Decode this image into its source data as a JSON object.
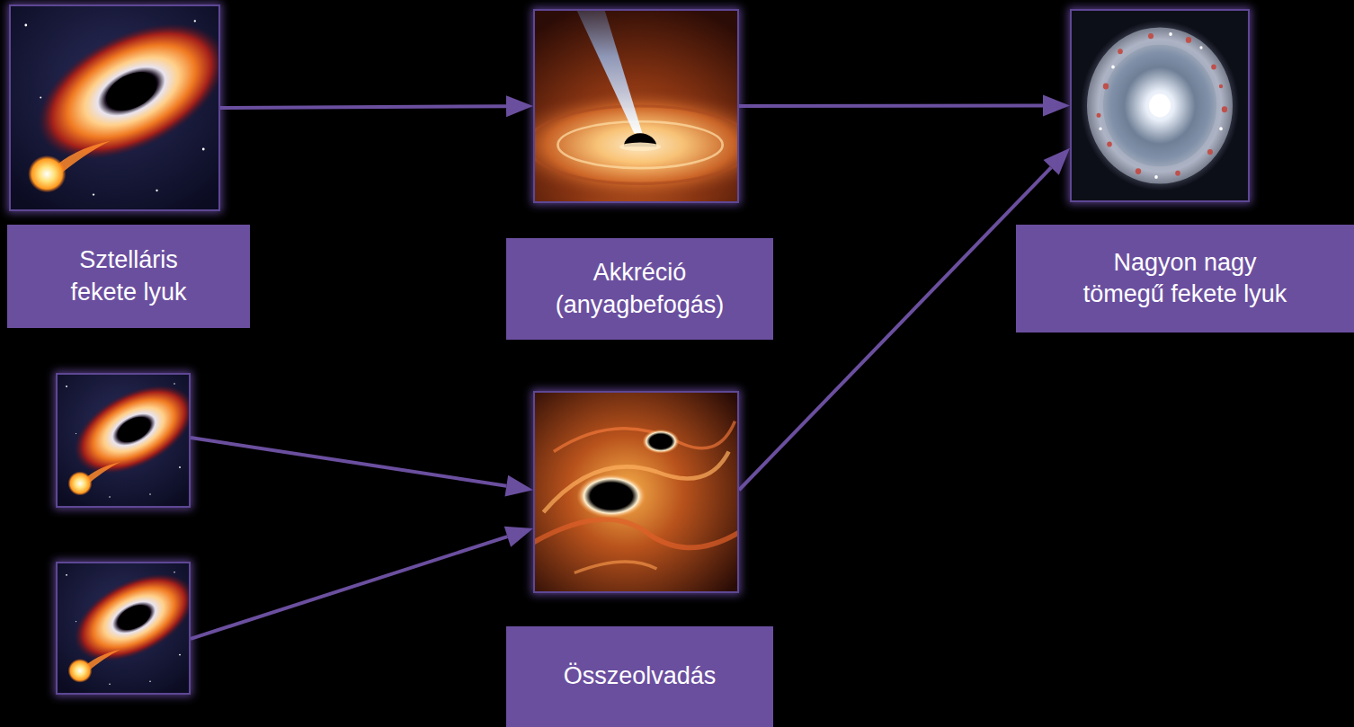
{
  "diagram": {
    "nodes": [
      {
        "text": [
          "Sztelláris fekete lyuk"
        ]
      },
      {
        "text": [
          "Akkréció (anyagbefogás)"
        ]
      },
      {
        "text": [
          "Nagyon nagy tömegű fekete lyuk"
        ]
      },
      {
        "text": []
      },
      {
        "text": []
      },
      {
        "text": [
          "Összeolvadás"
        ]
      }
    ],
    "edges": [
      {
        "from": 0,
        "to": 1,
        "arrow": "to"
      },
      {
        "from": 1,
        "to": 2,
        "arrow": "to"
      },
      {
        "from": 3,
        "to": 5,
        "arrow": "to"
      },
      {
        "from": 4,
        "to": 5,
        "arrow": "to"
      },
      {
        "from": 5,
        "to": 2,
        "arrow": "to"
      }
    ]
  }
}
